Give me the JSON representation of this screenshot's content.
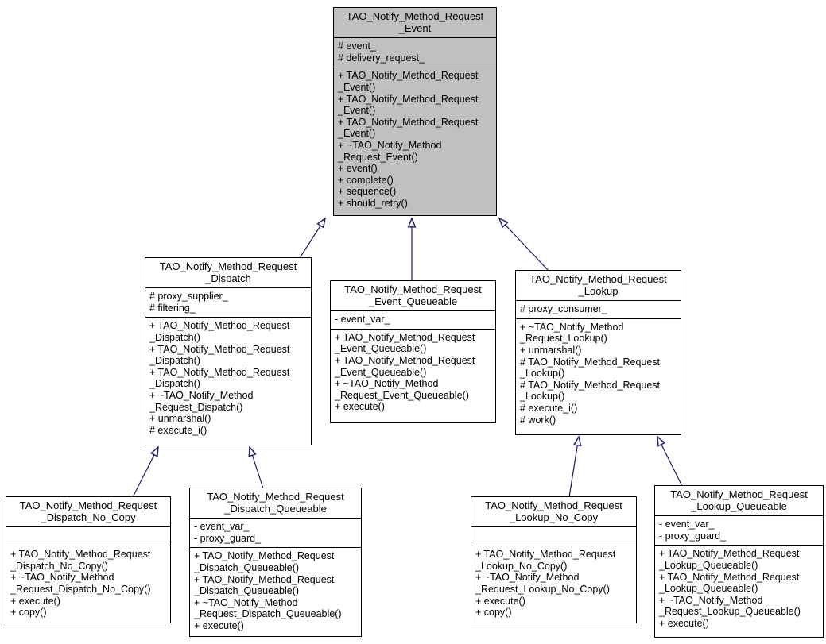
{
  "diagram": {
    "type": "uml-class-inheritance",
    "root_class": "TAO_Notify_Method_Request_Event",
    "colors": {
      "background": "#ffffff",
      "box_fill": "#ffffff",
      "highlight_fill": "#c0c0c0",
      "border": "#000000",
      "edge": "#191970"
    },
    "classes": [
      {
        "id": "event",
        "name": "TAO_Notify_Method_Request_Event",
        "highlighted": true,
        "title_lines": [
          "TAO_Notify_Method_Request",
          "_Event"
        ],
        "attributes": [
          "# event_",
          "# delivery_request_"
        ],
        "methods": [
          "+ TAO_Notify_Method_Request",
          "_Event()",
          "+ TAO_Notify_Method_Request",
          "_Event()",
          "+ TAO_Notify_Method_Request",
          "_Event()",
          "+ ~TAO_Notify_Method",
          "_Request_Event()",
          "+ event()",
          "+ complete()",
          "+ sequence()",
          "+ should_retry()"
        ]
      },
      {
        "id": "dispatch",
        "name": "TAO_Notify_Method_Request_Dispatch",
        "highlighted": false,
        "title_lines": [
          "TAO_Notify_Method_Request",
          "_Dispatch"
        ],
        "attributes": [
          "# proxy_supplier_",
          "# filtering_"
        ],
        "methods": [
          "+ TAO_Notify_Method_Request",
          "_Dispatch()",
          "+ TAO_Notify_Method_Request",
          "_Dispatch()",
          "+ TAO_Notify_Method_Request",
          "_Dispatch()",
          "+ ~TAO_Notify_Method",
          "_Request_Dispatch()",
          "+ unmarshal()",
          "# execute_i()"
        ]
      },
      {
        "id": "event_queueable",
        "name": "TAO_Notify_Method_Request_Event_Queueable",
        "highlighted": false,
        "title_lines": [
          "TAO_Notify_Method_Request",
          "_Event_Queueable"
        ],
        "attributes": [
          "- event_var_"
        ],
        "methods": [
          "+ TAO_Notify_Method_Request",
          "_Event_Queueable()",
          "+ TAO_Notify_Method_Request",
          "_Event_Queueable()",
          "+ ~TAO_Notify_Method",
          "_Request_Event_Queueable()",
          "+ execute()"
        ]
      },
      {
        "id": "lookup",
        "name": "TAO_Notify_Method_Request_Lookup",
        "highlighted": false,
        "title_lines": [
          "TAO_Notify_Method_Request",
          "_Lookup"
        ],
        "attributes": [
          "# proxy_consumer_"
        ],
        "methods": [
          "+ ~TAO_Notify_Method",
          "_Request_Lookup()",
          "+ unmarshal()",
          "# TAO_Notify_Method_Request",
          "_Lookup()",
          "# TAO_Notify_Method_Request",
          "_Lookup()",
          "# execute_i()",
          "# work()"
        ]
      },
      {
        "id": "dispatch_no_copy",
        "name": "TAO_Notify_Method_Request_Dispatch_No_Copy",
        "highlighted": false,
        "title_lines": [
          "TAO_Notify_Method_Request",
          "_Dispatch_No_Copy"
        ],
        "attributes": [],
        "methods": [
          "+ TAO_Notify_Method_Request",
          "_Dispatch_No_Copy()",
          "+ ~TAO_Notify_Method",
          "_Request_Dispatch_No_Copy()",
          "+ execute()",
          "+ copy()"
        ]
      },
      {
        "id": "dispatch_queueable",
        "name": "TAO_Notify_Method_Request_Dispatch_Queueable",
        "highlighted": false,
        "title_lines": [
          "TAO_Notify_Method_Request",
          "_Dispatch_Queueable"
        ],
        "attributes": [
          "- event_var_",
          "- proxy_guard_"
        ],
        "methods": [
          "+ TAO_Notify_Method_Request",
          "_Dispatch_Queueable()",
          "+ TAO_Notify_Method_Request",
          "_Dispatch_Queueable()",
          "+ ~TAO_Notify_Method",
          "_Request_Dispatch_Queueable()",
          "+ execute()"
        ]
      },
      {
        "id": "lookup_no_copy",
        "name": "TAO_Notify_Method_Request_Lookup_No_Copy",
        "highlighted": false,
        "title_lines": [
          "TAO_Notify_Method_Request",
          "_Lookup_No_Copy"
        ],
        "attributes": [],
        "methods": [
          "+ TAO_Notify_Method_Request",
          "_Lookup_No_Copy()",
          "+ ~TAO_Notify_Method",
          "_Request_Lookup_No_Copy()",
          "+ execute()",
          "+ copy()"
        ]
      },
      {
        "id": "lookup_queueable",
        "name": "TAO_Notify_Method_Request_Lookup_Queueable",
        "highlighted": false,
        "title_lines": [
          "TAO_Notify_Method_Request",
          "_Lookup_Queueable"
        ],
        "attributes": [
          "- event_var_",
          "- proxy_guard_"
        ],
        "methods": [
          "+ TAO_Notify_Method_Request",
          "_Lookup_Queueable()",
          "+ TAO_Notify_Method_Request",
          "_Lookup_Queueable()",
          "+ ~TAO_Notify_Method",
          "_Request_Lookup_Queueable()",
          "+ execute()"
        ]
      }
    ],
    "edges": [
      {
        "from": "dispatch",
        "to": "event"
      },
      {
        "from": "event_queueable",
        "to": "event"
      },
      {
        "from": "lookup",
        "to": "event"
      },
      {
        "from": "dispatch_no_copy",
        "to": "dispatch"
      },
      {
        "from": "dispatch_queueable",
        "to": "dispatch"
      },
      {
        "from": "lookup_no_copy",
        "to": "lookup"
      },
      {
        "from": "lookup_queueable",
        "to": "lookup"
      }
    ]
  }
}
